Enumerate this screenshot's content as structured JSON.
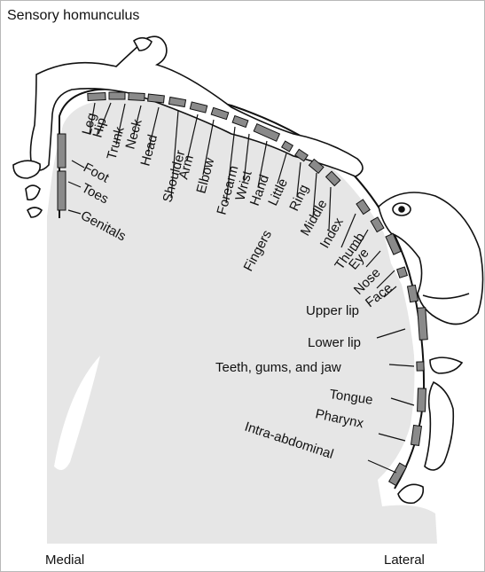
{
  "title": "Sensory homunculus",
  "axis": {
    "medial": "Medial",
    "lateral": "Lateral"
  },
  "colors": {
    "brain": "#e6e6e6",
    "segment": "#8a8a8a",
    "outline": "#111111"
  },
  "labels": [
    "Leg",
    "Hip",
    "Trunk",
    "Neck",
    "Head",
    "Shoulder",
    "Arm",
    "Elbow",
    "Forearm",
    "Wrist",
    "Hand",
    "Little",
    "Ring",
    "Middle",
    "Index",
    "Thumb",
    "Eye",
    "Nose",
    "Face",
    "Upper lip",
    "Lower lip",
    "Teeth, gums, and jaw",
    "Tongue",
    "Pharynx",
    "Intra-abdominal",
    "Foot",
    "Toes",
    "Genitals",
    "Fingers"
  ]
}
